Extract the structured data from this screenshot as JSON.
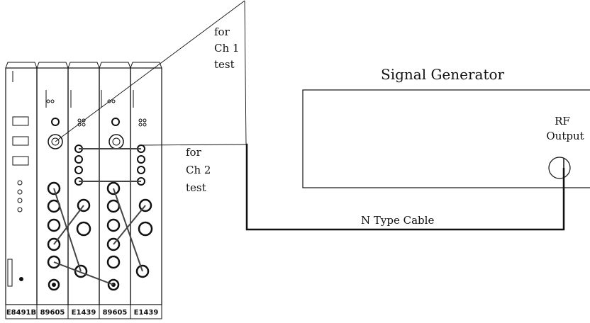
{
  "generator": {
    "title": "Signal Generator",
    "port_label_line1": "RF",
    "port_label_line2": "Output"
  },
  "cable": {
    "label": "N Type Cable"
  },
  "annotations": {
    "ch1": {
      "line1": "for",
      "line2": "Ch 1",
      "line3": "test"
    },
    "ch2": {
      "line1": "for",
      "line2": "Ch 2",
      "line3": "test"
    }
  },
  "modules": [
    {
      "label": "E8491B"
    },
    {
      "label": "89605"
    },
    {
      "label": "E1439"
    },
    {
      "label": "89605"
    },
    {
      "label": "E1439"
    }
  ]
}
